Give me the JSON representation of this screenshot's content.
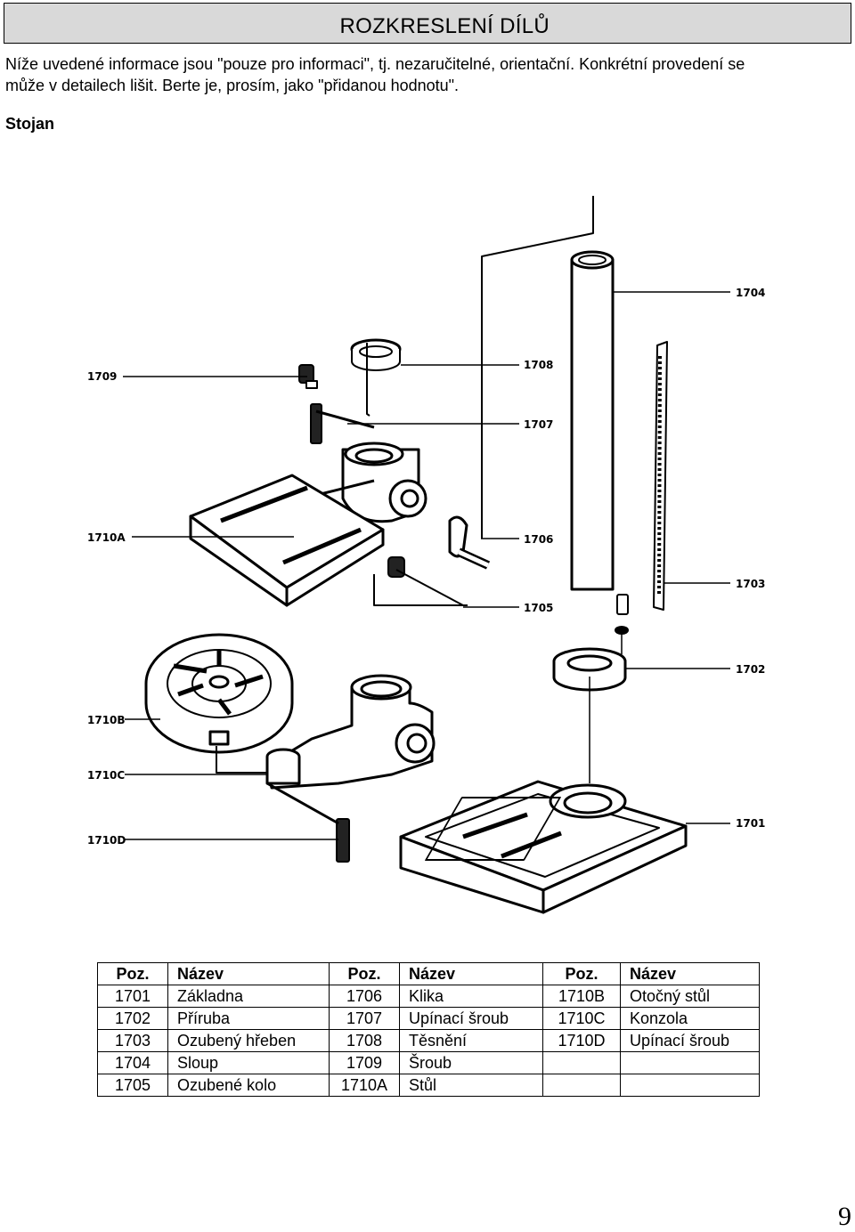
{
  "header": {
    "title": "ROZKRESLENÍ DÍLŮ"
  },
  "intro": {
    "line1": "Níže uvedené informace jsou \"pouze pro informaci\", tj. nezaručitelné, orientační. Konkrétní provedení se",
    "line2": "může v detailech lišit. Berte je, prosím, jako \"přidanou hodnotu\"."
  },
  "section": {
    "label": "Stojan"
  },
  "diagram": {
    "callouts": {
      "c1704": "1704",
      "c1708": "1708",
      "c1709": "1709",
      "c1707": "1707",
      "c1710A": "1710A",
      "c1706": "1706",
      "c1703": "1703",
      "c1705": "1705",
      "c1702": "1702",
      "c1710B": "1710B",
      "c1710C": "1710C",
      "c1701": "1701",
      "c1710D": "1710D"
    }
  },
  "table": {
    "headers": [
      "Poz.",
      "Název",
      "Poz.",
      "Název",
      "Poz.",
      "Název"
    ],
    "rows": [
      [
        "1701",
        "Základna",
        "1706",
        "Klika",
        "1710B",
        "Otočný stůl"
      ],
      [
        "1702",
        "Příruba",
        "1707",
        "Upínací šroub",
        "1710C",
        "Konzola"
      ],
      [
        "1703",
        "Ozubený hřeben",
        "1708",
        "Těsnění",
        "1710D",
        "Upínací šroub"
      ],
      [
        "1704",
        "Sloup",
        "1709",
        "Šroub",
        "",
        ""
      ],
      [
        "1705",
        "Ozubené kolo",
        "1710A",
        "Stůl",
        "",
        ""
      ]
    ]
  },
  "page": {
    "number": "9"
  }
}
